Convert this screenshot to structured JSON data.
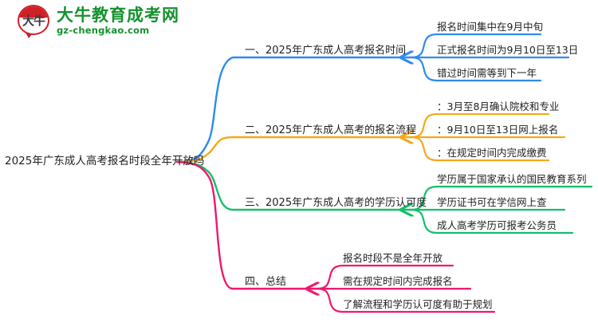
{
  "logo": {
    "glyph": "大牛",
    "title": "大牛教育成考网",
    "domain": "gz-chengkao.com",
    "brand_color": "#15912f",
    "mark_color": "#cf2027"
  },
  "mindmap": {
    "root": {
      "label": "2025年广东成人高考报名时段全年开放吗"
    },
    "branches": [
      {
        "label": "一、2025年广东成人高考报名时间",
        "color": "#2e8bf0",
        "children": [
          {
            "label": "报名时间集中在9月中旬"
          },
          {
            "label": "正式报名时间为9月10日至13日"
          },
          {
            "label": "错过时间需等到下一年"
          }
        ]
      },
      {
        "label": "二、2025年广东成人高考的报名流程",
        "color": "#f5a81c",
        "children": [
          {
            "label": "：3月至8月确认院校和专业"
          },
          {
            "label": "：9月10日至13日网上报名"
          },
          {
            "label": "：在规定时间内完成缴费"
          }
        ]
      },
      {
        "label": "三、2025年广东成人高考的学历认可度",
        "color": "#12c06a",
        "children": [
          {
            "label": "学历属于国家承认的国民教育系列"
          },
          {
            "label": "学历证书可在学信网上查"
          },
          {
            "label": "成人高考学历可报考公务员"
          }
        ]
      },
      {
        "label": "四、总结",
        "color": "#f0176e",
        "children": [
          {
            "label": "报名时段不是全年开放"
          },
          {
            "label": "需在规定时间内完成报名"
          },
          {
            "label": "了解流程和学历认可度有助于规划"
          }
        ]
      }
    ]
  }
}
